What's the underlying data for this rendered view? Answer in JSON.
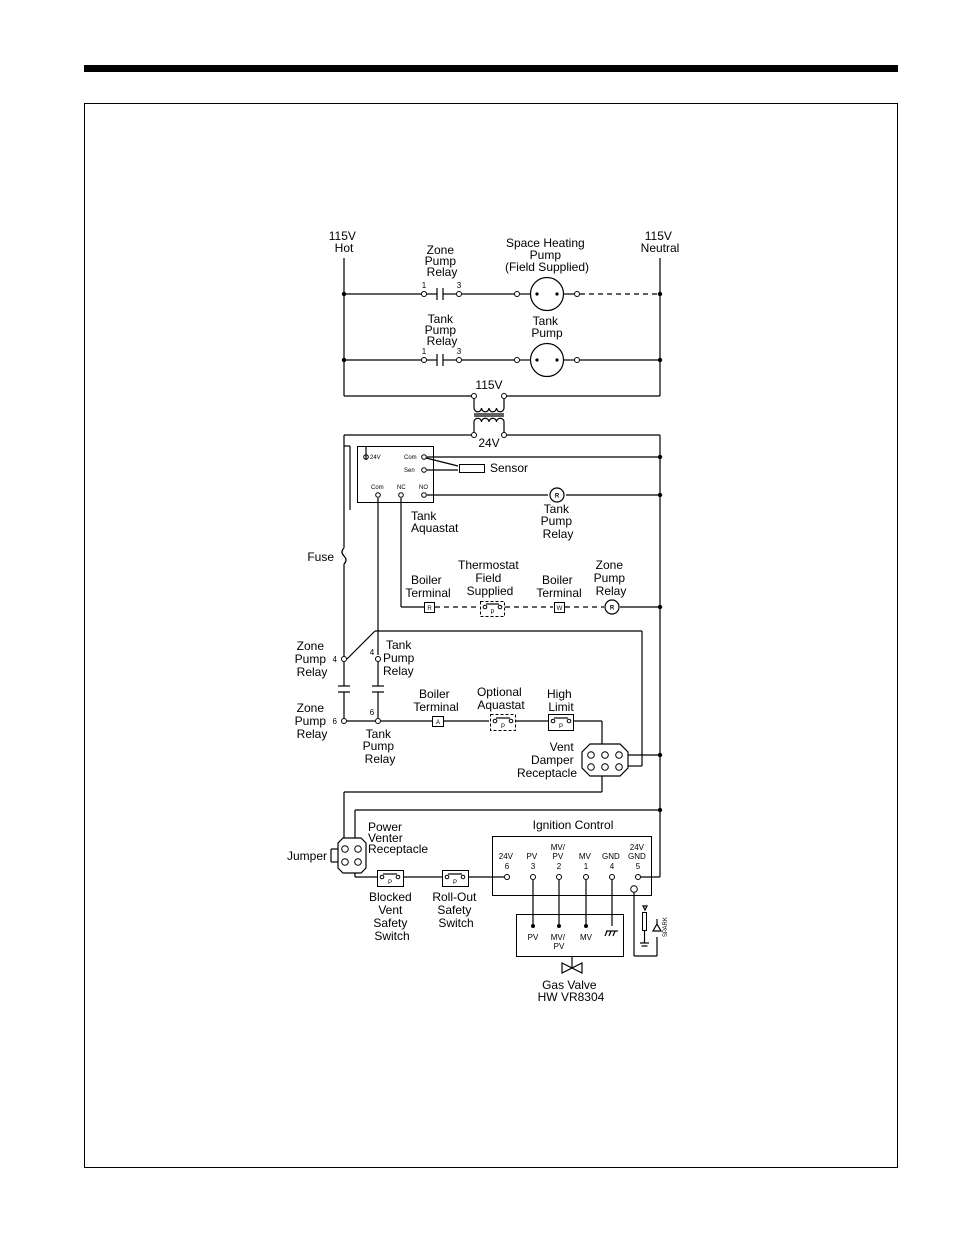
{
  "header": {
    "rule_color": "#000000"
  },
  "diagram": {
    "hot_label": [
      "115V",
      "Hot"
    ],
    "neutral_label": [
      "115V",
      "Neutral"
    ],
    "zone_pump_relay_top": [
      "Zone",
      "Pump",
      "Relay"
    ],
    "zone_pump_relay_top_terms": [
      "1",
      "3"
    ],
    "space_heating_pump": [
      "Space Heating",
      "Pump",
      "(Field Supplied)"
    ],
    "tank_pump_relay_top": [
      "Tank",
      "Pump",
      "Relay"
    ],
    "tank_pump_relay_top_terms": [
      "1",
      "3"
    ],
    "tank_pump": [
      "Tank",
      "Pump"
    ],
    "transformer_primary": "115V",
    "transformer_secondary": "24V",
    "aquastat_terms": {
      "v24": "24V",
      "com_top": "Com",
      "sen": "Sen",
      "com": "Com",
      "nc": "NC",
      "no": "NO"
    },
    "sensor": "Sensor",
    "tank_aquastat": [
      "Tank",
      "Aquastat"
    ],
    "tank_pump_relay_coil": [
      "Tank",
      "Pump",
      "Relay"
    ],
    "relay_coil_letter": "R",
    "fuse": "Fuse",
    "boiler_terminal_r": [
      "Boiler",
      "Terminal"
    ],
    "thermostat": [
      "Thermostat",
      "Field",
      "Supplied"
    ],
    "boiler_terminal_w": [
      "Boiler",
      "Terminal"
    ],
    "zone_pump_relay_coil": [
      "Zone",
      "Pump",
      "Relay"
    ],
    "term_r": "R",
    "term_w": "W",
    "term_a": "A",
    "switch_letter": "P",
    "zone_pump_relay_4": [
      "Zone",
      "Pump",
      "Relay"
    ],
    "zone_pump_relay_4_term": "4",
    "tank_pump_relay_4": [
      "Tank",
      "Pump",
      "Relay"
    ],
    "tank_pump_relay_4_term": "4",
    "zone_pump_relay_6": [
      "Zone",
      "Pump",
      "Relay"
    ],
    "zone_pump_relay_6_term": "6",
    "tank_pump_relay_6": [
      "Tank",
      "Pump",
      "Relay"
    ],
    "tank_pump_relay_6_term": "6",
    "boiler_terminal_a": [
      "Boiler",
      "Terminal"
    ],
    "optional_aquastat": [
      "Optional",
      "Aquastat"
    ],
    "high_limit": [
      "High",
      "Limit"
    ],
    "vent_damper": [
      "Vent",
      "Damper",
      "Receptacle"
    ],
    "power_venter": [
      "Power",
      "Venter",
      "Receptacle"
    ],
    "jumper": "Jumper",
    "ignition_control": "Ignition Control",
    "ignition_terms": [
      {
        "name": [
          "24V"
        ],
        "num": "6"
      },
      {
        "name": [
          "PV"
        ],
        "num": "3"
      },
      {
        "name": [
          "MV/",
          "PV"
        ],
        "num": "2"
      },
      {
        "name": [
          "MV"
        ],
        "num": "1"
      },
      {
        "name": [
          "GND"
        ],
        "num": "4"
      },
      {
        "name": [
          "24V",
          "GND"
        ],
        "num": "5"
      }
    ],
    "blocked_vent": [
      "Blocked",
      "Vent",
      "Safety",
      "Switch"
    ],
    "rollout": [
      "Roll-Out",
      "Safety",
      "Switch"
    ],
    "gas_valve_terms": {
      "pv": "PV",
      "mvpv": [
        "MV/",
        "PV"
      ],
      "mv": "MV"
    },
    "spark": "SPARK",
    "gas_valve": [
      "Gas Valve",
      "HW VR8304"
    ]
  }
}
